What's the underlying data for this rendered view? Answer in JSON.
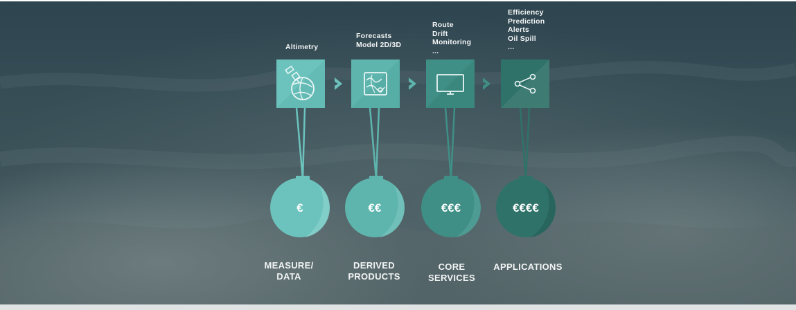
{
  "stages": [
    {
      "top_lines": [
        "Altimetry"
      ],
      "icon": "satellite-globe-icon",
      "price": "€",
      "label_lines": [
        "MEASURE/",
        "DATA"
      ],
      "color": "#6cc3bd"
    },
    {
      "top_lines": [
        "Forecasts",
        "Model 2D/3D"
      ],
      "icon": "map-chart-icon",
      "price": "€€",
      "label_lines": [
        "DERIVED",
        "PRODUCTS"
      ],
      "color": "#5eb5ae"
    },
    {
      "top_lines": [
        "Route",
        "Drift",
        "Monitoring",
        "..."
      ],
      "icon": "monitor-icon",
      "price": "€€€",
      "label_lines": [
        "CORE",
        "SERVICES"
      ],
      "color": "#3f8f86"
    },
    {
      "top_lines": [
        "Efficiency",
        "Prediction",
        "Alerts",
        "Oil Spill",
        "..."
      ],
      "icon": "share-network-icon",
      "price": "€€€€",
      "label_lines": [
        "APPLICATIONS"
      ],
      "color": "#2f7269"
    }
  ]
}
